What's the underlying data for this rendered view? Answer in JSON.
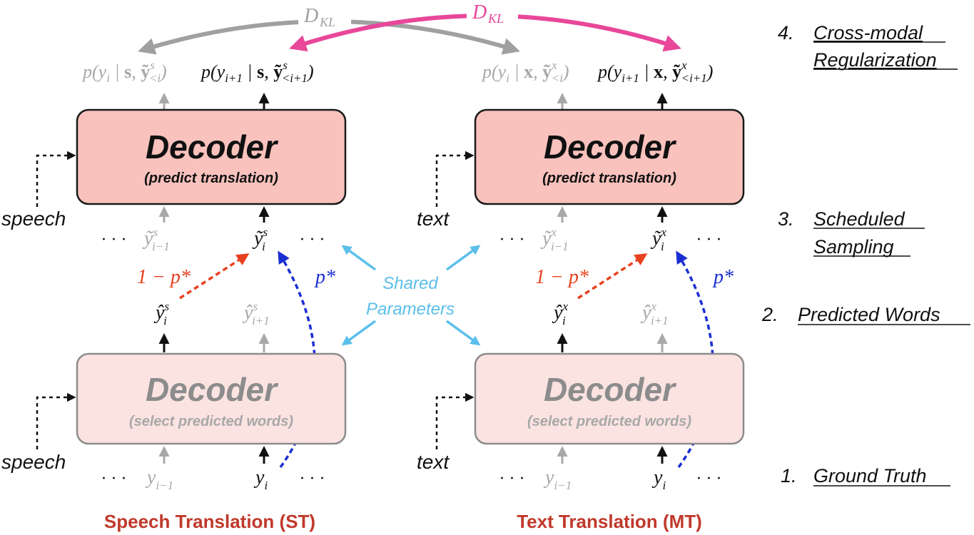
{
  "colors": {
    "decoder_top_fill": "#f9c2bd",
    "decoder_top_stroke": "#1a1a1a",
    "decoder_bottom_fill": "#fbe3e1",
    "decoder_bottom_stroke": "#8c8c8c",
    "kl_pink": "#e8479a",
    "kl_gray": "#a0a0a0",
    "red_dashed": "#e8411f",
    "blue_dashed": "#1a2fd1",
    "shared_blue": "#5bbfea",
    "bottom_label_red": "#c0392b",
    "faded_text": "#a8a8a8"
  },
  "decoders": {
    "top_title": "Decoder",
    "top_subtitle": "(predict translation)",
    "bottom_title": "Decoder",
    "bottom_subtitle": "(select predicted words)"
  },
  "inputs": {
    "st_label": "speech",
    "mt_label": "text"
  },
  "kl": {
    "gray_label": "D",
    "gray_sub": "KL",
    "pink_label": "D",
    "pink_sub": "KL"
  },
  "mixing": {
    "one_minus_p": "1 − p*",
    "p_star": "p*"
  },
  "shared_parameters": {
    "line1": "Shared",
    "line2": "Parameters"
  },
  "ellipsis": "· · ·",
  "stages": {
    "s4_num": "4.",
    "s4_line1": "Cross-modal",
    "s4_line2": "Regularization",
    "s3_num": "3.",
    "s3_line1": "Scheduled",
    "s3_line2": "Sampling",
    "s2_num": "2.",
    "s2_line1": "Predicted Words",
    "s1_num": "1.",
    "s1_line1": "Ground Truth"
  },
  "bottom_labels": {
    "st": "Speech Translation (ST)",
    "mt": "Text Translation (MT)"
  }
}
